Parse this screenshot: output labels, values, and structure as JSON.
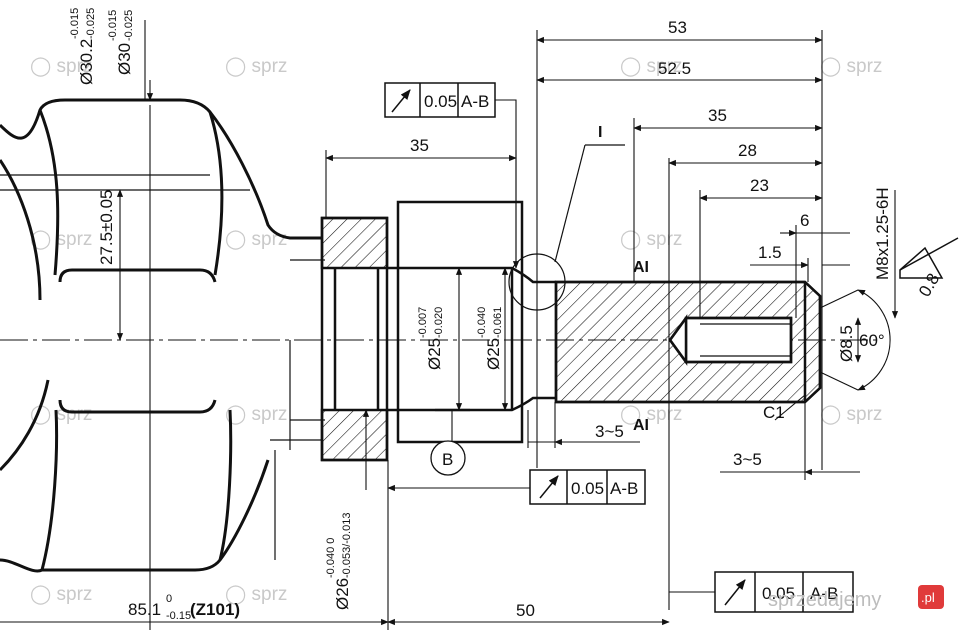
{
  "watermark": "sprzedajemy",
  "watermark_domain": ".pl",
  "dimensions": {
    "d53": "53",
    "d52_5": "52.5",
    "d35_right": "35",
    "d28": "28",
    "d23": "23",
    "d6": "6",
    "d1_5": "1.5",
    "d35_mid": "35",
    "d50": "50",
    "d27_5": "27.5±0.05",
    "d3to5_a": "3~5",
    "d3to5_b": "3~5",
    "total_length_base": "85.1",
    "total_length_upper": "0",
    "total_length_lower": "-0.15",
    "z_code": "(Z101)"
  },
  "diameters": {
    "d30_2": "Ø30.2",
    "d30_2_upper": "-0.015",
    "d30_2_lower": "-0.025",
    "d30": "Ø30",
    "d30_upper": "-0.015",
    "d30_lower": "-0.025",
    "d25_a": "Ø25",
    "d25_a_upper": "-0.007",
    "d25_a_lower": "-0.020",
    "d25_b": "Ø25",
    "d25_b_upper": "-0.040",
    "d25_b_lower": "-0.061",
    "d26": "Ø26",
    "d26_upper": "-0.040   0",
    "d26_lower": "-0.053/-0.013",
    "d8_5": "Ø8.5"
  },
  "thread": "M8x1.25-6H",
  "angle": "60°",
  "chamfer": "C1",
  "roughness": "0.8",
  "section_marks": {
    "detail": "I",
    "ai_top": "AI",
    "ai_bottom": "AI",
    "datum_b": "B"
  },
  "tolerance_frames": [
    {
      "symbol": "runout-arrow",
      "value": "0.05",
      "datum": "A-B"
    },
    {
      "symbol": "runout-arrow",
      "value": "0.05",
      "datum": "A-B"
    },
    {
      "symbol": "runout-arrow",
      "value": "0.05",
      "datum": "A-B"
    }
  ]
}
